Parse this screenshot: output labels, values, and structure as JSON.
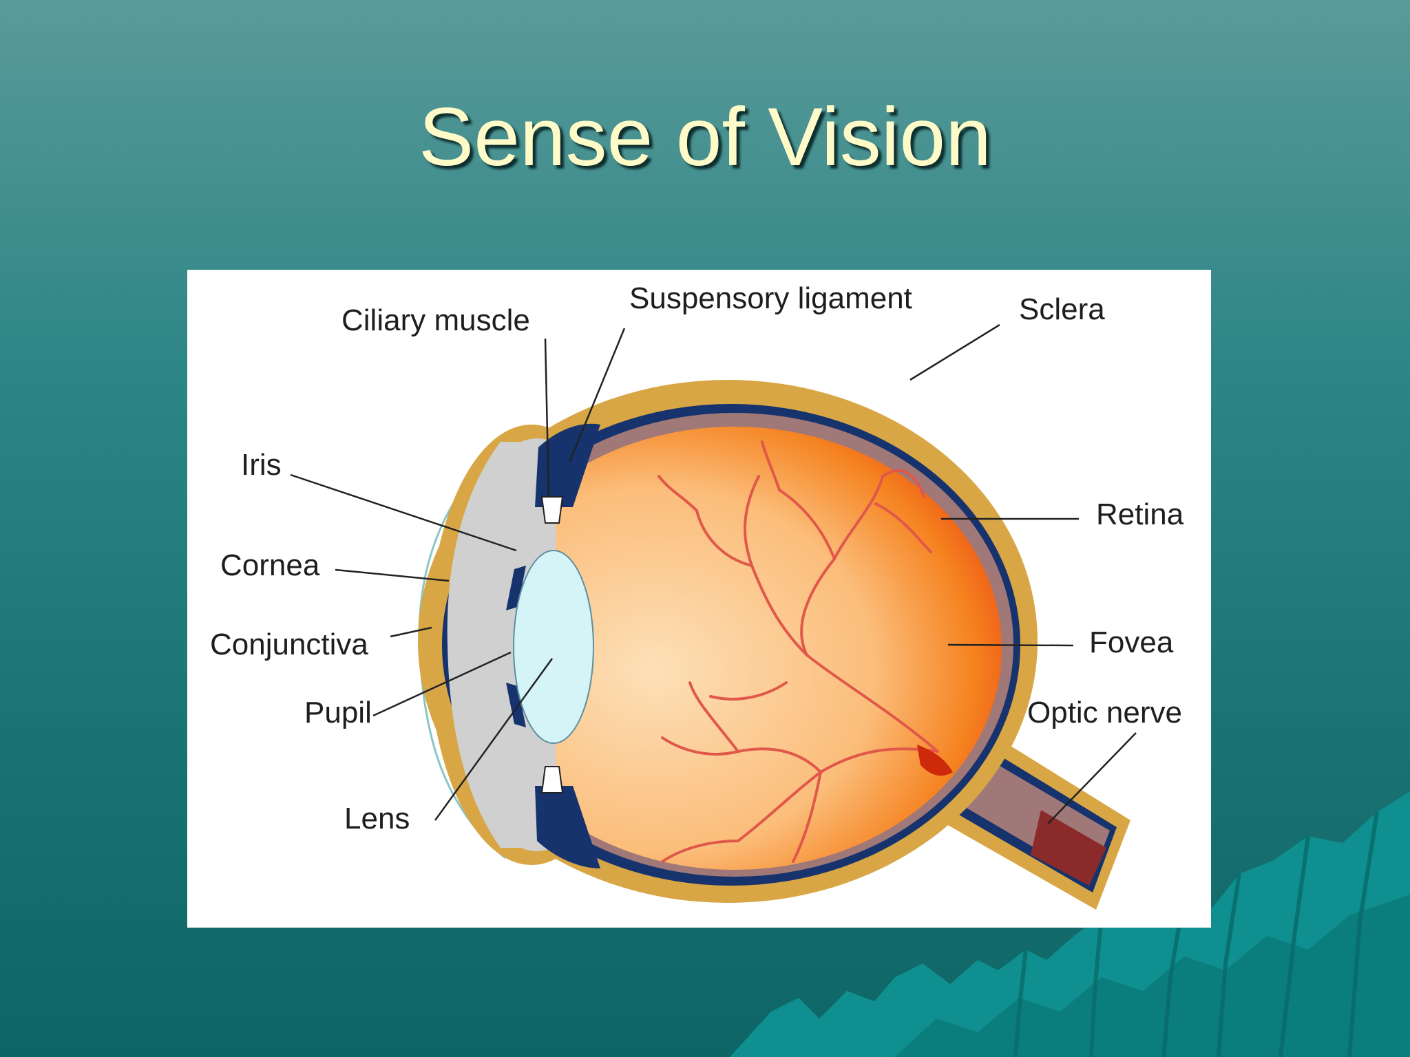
{
  "slide": {
    "title": "Sense of Vision"
  },
  "diagram": {
    "labels": {
      "ciliary_muscle": "Ciliary muscle",
      "suspensory_ligament": "Suspensory ligament",
      "sclera": "Sclera",
      "iris": "Iris",
      "retina": "Retina",
      "cornea": "Cornea",
      "conjunctiva": "Conjunctiva",
      "fovea": "Fovea",
      "pupil": "Pupil",
      "optic_nerve": "Optic nerve",
      "lens": "Lens"
    }
  },
  "colors": {
    "background_top": "#5a9a9a",
    "background_bottom": "#0e6565",
    "title_text": "#fffbc8",
    "sclera": "#d8a645",
    "choroid": "#16336e",
    "retina_band": "#a07878",
    "vitreous_center": "#fde0b8",
    "vitreous_edge": "#e83a10",
    "lens": "#d4f4f8",
    "aqueous": "#d0d0d0",
    "blood_vessel": "#e0584a"
  }
}
